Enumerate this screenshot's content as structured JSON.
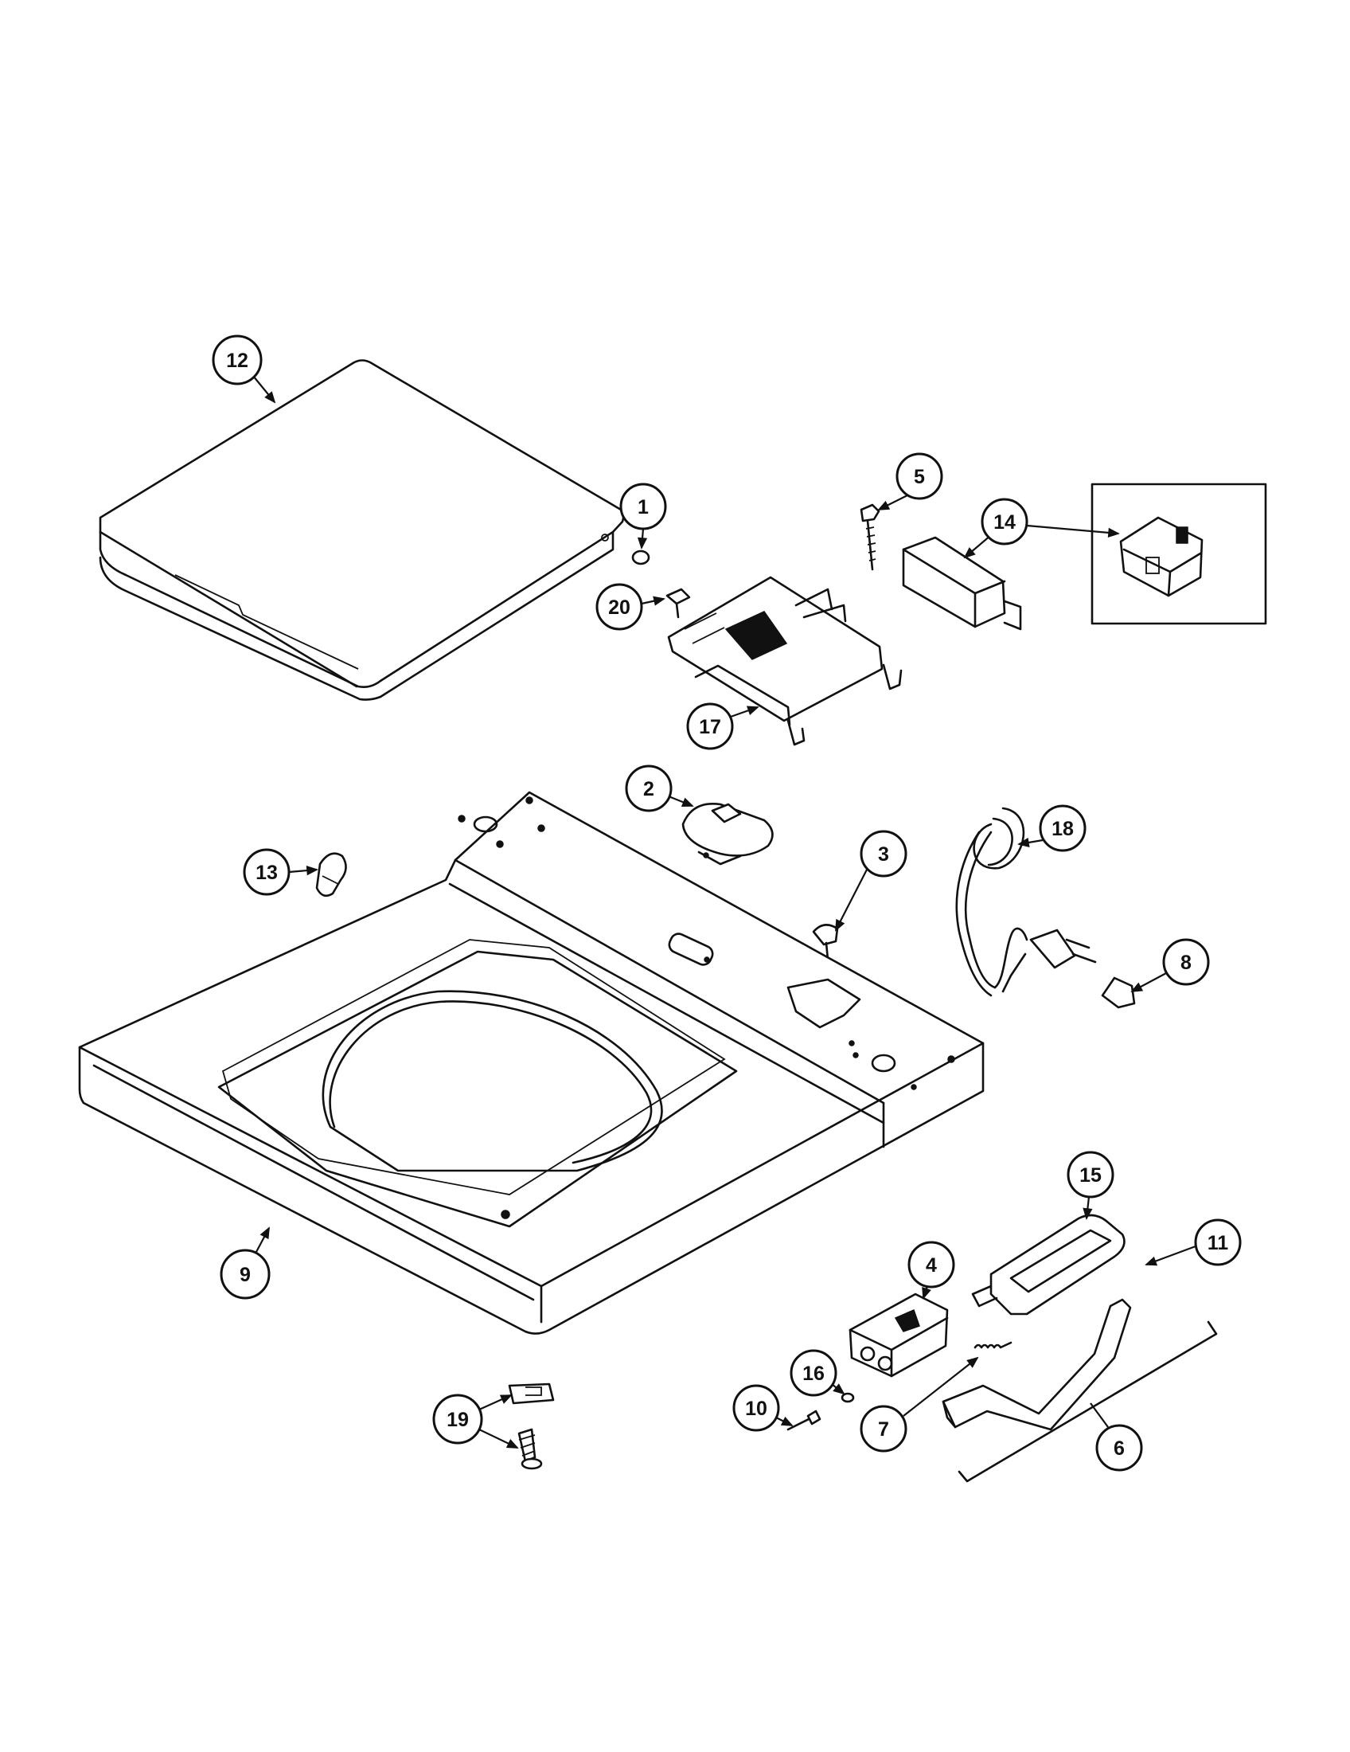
{
  "callouts": [
    {
      "id": "12",
      "label": "12"
    },
    {
      "id": "1",
      "label": "1"
    },
    {
      "id": "5",
      "label": "5"
    },
    {
      "id": "14",
      "label": "14"
    },
    {
      "id": "20",
      "label": "20"
    },
    {
      "id": "17",
      "label": "17"
    },
    {
      "id": "2",
      "label": "2"
    },
    {
      "id": "18",
      "label": "18"
    },
    {
      "id": "13",
      "label": "13"
    },
    {
      "id": "3",
      "label": "3"
    },
    {
      "id": "8",
      "label": "8"
    },
    {
      "id": "15",
      "label": "15"
    },
    {
      "id": "11",
      "label": "11"
    },
    {
      "id": "4",
      "label": "4"
    },
    {
      "id": "9",
      "label": "9"
    },
    {
      "id": "16",
      "label": "16"
    },
    {
      "id": "10",
      "label": "10"
    },
    {
      "id": "19",
      "label": "19"
    },
    {
      "id": "7",
      "label": "7"
    },
    {
      "id": "6",
      "label": "6"
    }
  ],
  "icons": {
    "lid": "lid-panel-icon",
    "base": "top-panel-icon",
    "cord": "power-cord-icon"
  }
}
